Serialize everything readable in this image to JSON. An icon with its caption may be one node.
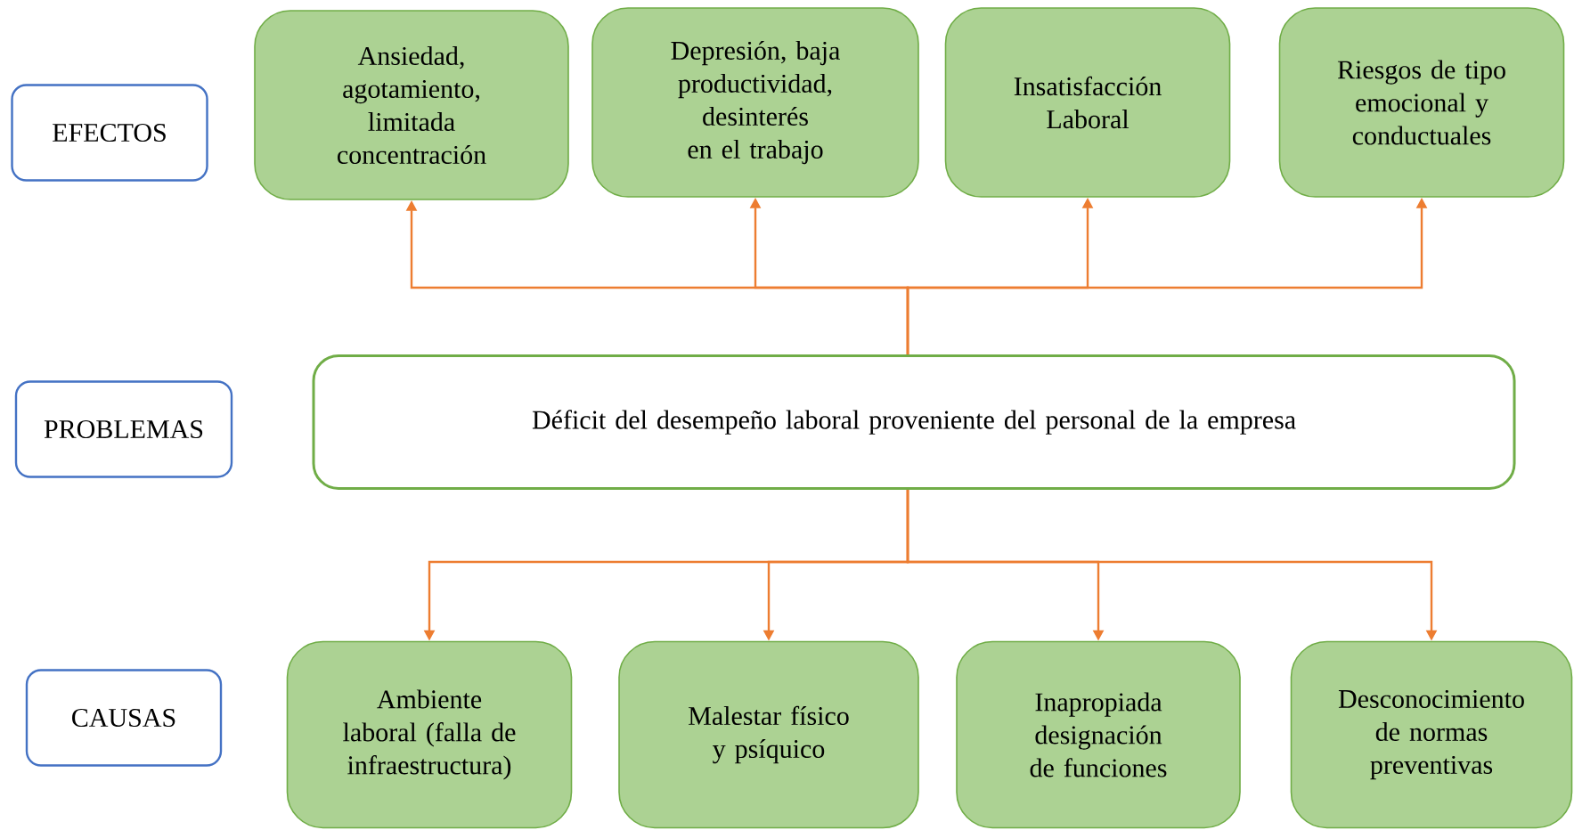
{
  "diagram": {
    "nodes": [
      {
        "text": [
          "EFECTOS"
        ]
      },
      {
        "text": [
          "Ansiedad, agotamiento, limitada concentración"
        ]
      },
      {
        "text": [
          "Depresión, baja productividad, desinterés en el trabajo"
        ]
      },
      {
        "text": [
          "Insatisfacción Laboral"
        ]
      },
      {
        "text": [
          "Riesgos de tipo emocional y conductuales"
        ]
      },
      {
        "text": [
          "PROBLEMAS"
        ]
      },
      {
        "text": [
          "Déficit del desempeño laboral proveniente del personal de la empresa"
        ]
      },
      {
        "text": [
          "CAUSAS"
        ]
      },
      {
        "text": [
          "Ambiente laboral (falla de infraestructura)"
        ]
      },
      {
        "text": [
          "Malestar físico y psíquico"
        ]
      },
      {
        "text": [
          "Inapropiada designación de funciones"
        ]
      },
      {
        "text": [
          "Desconocimiento de normas preventivas"
        ]
      }
    ],
    "edges": [
      {
        "from": 6,
        "to": 1,
        "arrow": "to"
      },
      {
        "from": 6,
        "to": 2,
        "arrow": "to"
      },
      {
        "from": 6,
        "to": 3,
        "arrow": "to"
      },
      {
        "from": 6,
        "to": 4,
        "arrow": "to"
      },
      {
        "from": 6,
        "to": 8,
        "arrow": "to"
      },
      {
        "from": 6,
        "to": 9,
        "arrow": "to"
      },
      {
        "from": 6,
        "to": 10,
        "arrow": "to"
      },
      {
        "from": 6,
        "to": 11,
        "arrow": "to"
      }
    ]
  }
}
